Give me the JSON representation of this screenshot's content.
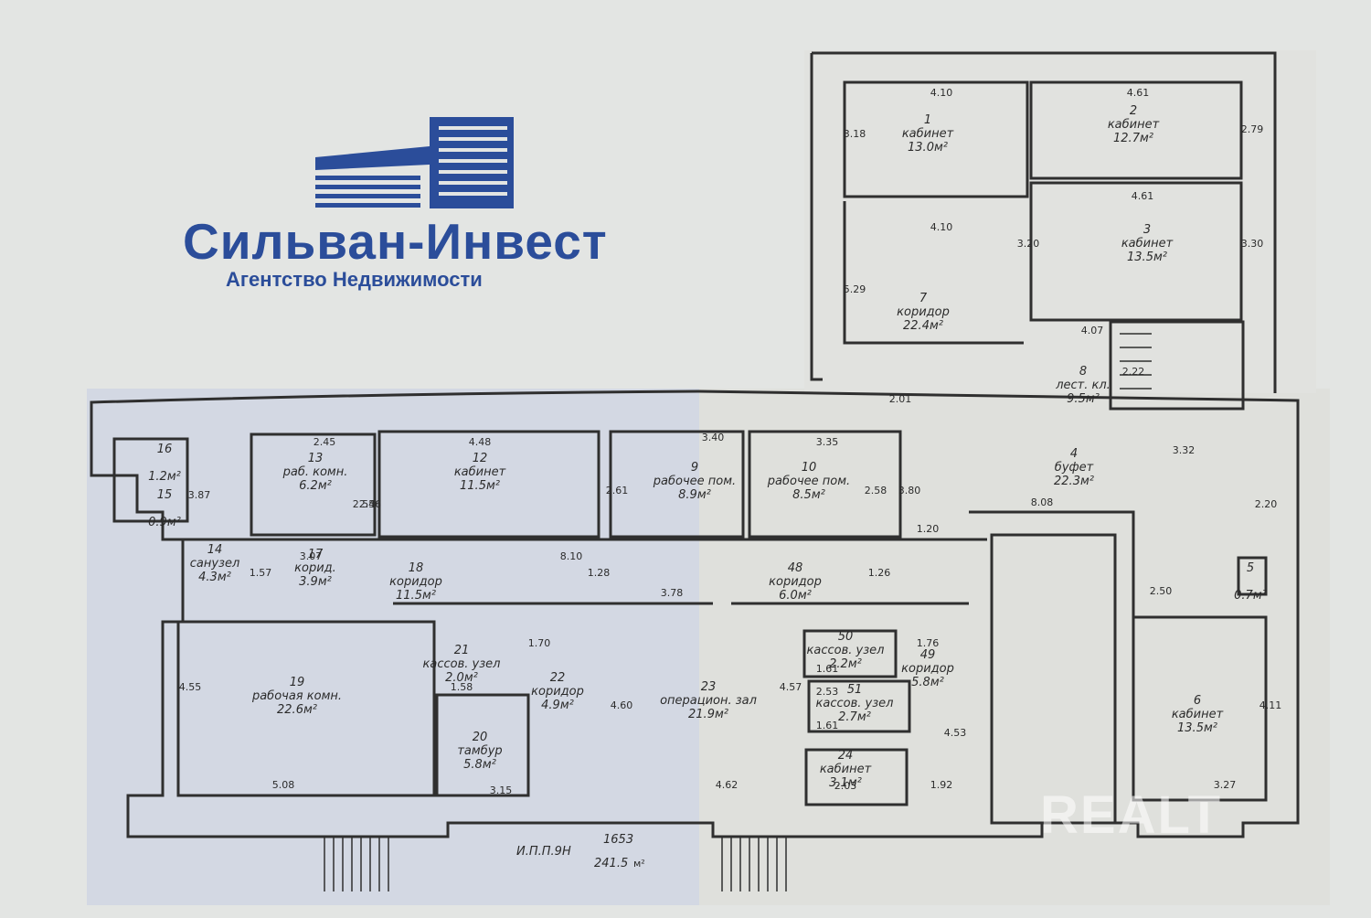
{
  "logo": {
    "title": "Сильван-Инвест",
    "subtitle": "Агентство Недвижимости",
    "color": "#2b4d9a"
  },
  "watermark": "REALT",
  "plan": {
    "footer_text": "И.П.П.9Н",
    "footer_number": "1653",
    "footer_area": "241.5",
    "footer_unit_mark": "м²",
    "rooms": [
      {
        "id": "1",
        "name": "кабинет",
        "area": "13.0м²"
      },
      {
        "id": "2",
        "name": "кабинет",
        "area": "12.7м²"
      },
      {
        "id": "3",
        "name": "кабинет",
        "area": "13.5м²"
      },
      {
        "id": "4",
        "name": "буфет",
        "area": "22.3м²"
      },
      {
        "id": "5",
        "name": "",
        "area": "0.7м²"
      },
      {
        "id": "6",
        "name": "кабинет",
        "area": "13.5м²"
      },
      {
        "id": "7",
        "name": "коридор",
        "area": "22.4м²"
      },
      {
        "id": "8",
        "name": "лест. кл.",
        "area": "9.5м²"
      },
      {
        "id": "9",
        "name": "рабочее пом.",
        "area": "8.9м²"
      },
      {
        "id": "10",
        "name": "рабочее пом.",
        "area": "8.5м²"
      },
      {
        "id": "12",
        "name": "кабинет",
        "area": "11.5м²"
      },
      {
        "id": "13",
        "name": "раб. комн.",
        "area": "6.2м²"
      },
      {
        "id": "14",
        "name": "санузел",
        "area": "4.3м²"
      },
      {
        "id": "15",
        "name": "",
        "area": "0.9м²"
      },
      {
        "id": "16",
        "name": "",
        "area": "1.2м²"
      },
      {
        "id": "17",
        "name": "корид.",
        "area": "3.9м²"
      },
      {
        "id": "18",
        "name": "коридор",
        "area": "11.5м²"
      },
      {
        "id": "19",
        "name": "рабочая комн.",
        "area": "22.6м²"
      },
      {
        "id": "20",
        "name": "тамбур",
        "area": "5.8м²"
      },
      {
        "id": "21",
        "name": "кассов. узел",
        "area": "2.0м²"
      },
      {
        "id": "22",
        "name": "коридор",
        "area": "4.9м²"
      },
      {
        "id": "23",
        "name": "операцион. зал",
        "area": "21.9м²"
      },
      {
        "id": "24",
        "name": "кабинет",
        "area": "3.1м²"
      },
      {
        "id": "48",
        "name": "коридор",
        "area": "6.0м²"
      },
      {
        "id": "49",
        "name": "коридор",
        "area": "5.8м²"
      },
      {
        "id": "50",
        "name": "кассов. узел",
        "area": "2.2м²"
      },
      {
        "id": "51",
        "name": "кассов. узел",
        "area": "2.7м²"
      }
    ],
    "dimensions": [
      "4.10",
      "4.61",
      "3.18",
      "2.79",
      "4.61",
      "4.10",
      "3.20",
      "3.30",
      "5.29",
      "4.07",
      "2.22",
      "2.01",
      "3.32",
      "2.20",
      "3.40",
      "3.35",
      "2.45",
      "4.48",
      "2.54",
      "2.56",
      "2.61",
      "2.58",
      "3.80",
      "3.07",
      "3.87",
      "1.57",
      "8.10",
      "1.28",
      "1.20",
      "1.26",
      "3.78",
      "2.50",
      "1.70",
      "1.58",
      "1.61",
      "2.53",
      "1.61",
      "1.76",
      "4.55",
      "4.60",
      "4.57",
      "4.53",
      "4.11",
      "5.08",
      "3.15",
      "4.62",
      "2.03",
      "1.92",
      "3.27",
      "8.08"
    ]
  }
}
